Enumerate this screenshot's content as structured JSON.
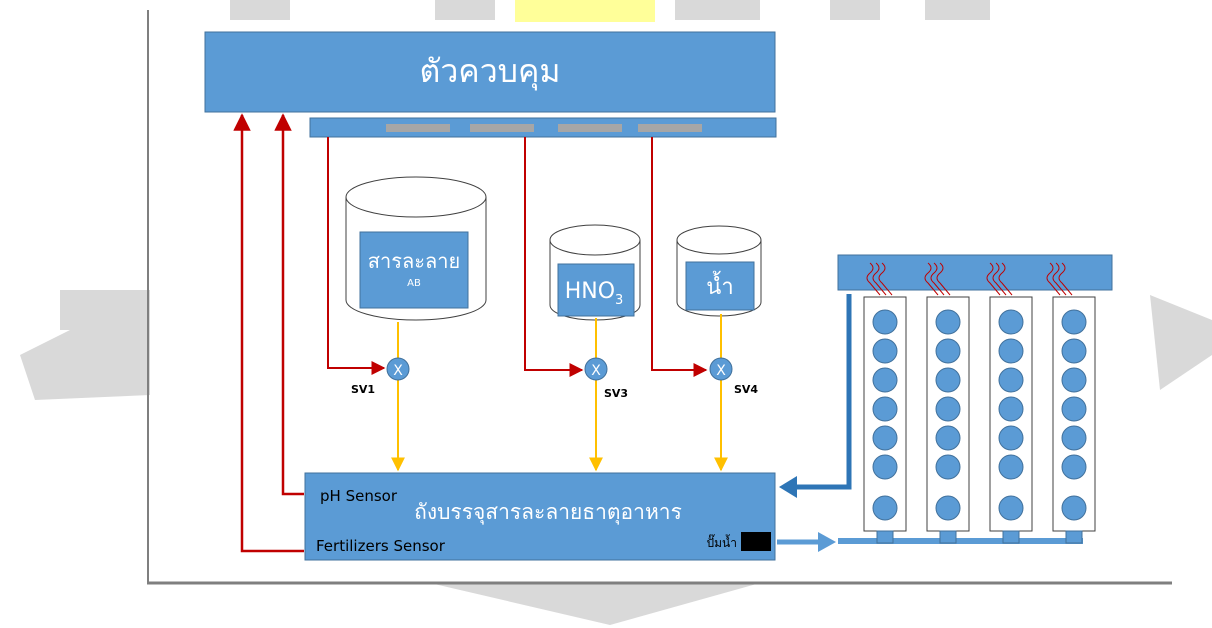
{
  "controller": {
    "label": "ตัวควบคุม"
  },
  "tanks": [
    {
      "label": "สารละลาย",
      "sublabel": "AB"
    },
    {
      "label": "HNO",
      "subscript": "3"
    },
    {
      "label": "น้ำ"
    }
  ],
  "valves": [
    {
      "symbol": "X",
      "label": "SV1"
    },
    {
      "symbol": "X",
      "label": "SV3"
    },
    {
      "symbol": "X",
      "label": "SV4"
    }
  ],
  "main_tank": {
    "label": "ถังบรรจุสารละลายธาตุอาหาร",
    "sensor_ph": "pH Sensor",
    "sensor_fertilizer": "Fertilizers Sensor",
    "pump": "ปั๊มน้ำ"
  },
  "colors": {
    "box_fill": "#5b9bd5",
    "box_stroke": "#41719c",
    "signal_line": "#c00000",
    "flow_line": "#ffc000",
    "pipe": "#2e75b6",
    "watermark": "#d9d9d9",
    "highlight": "#ffff99"
  }
}
